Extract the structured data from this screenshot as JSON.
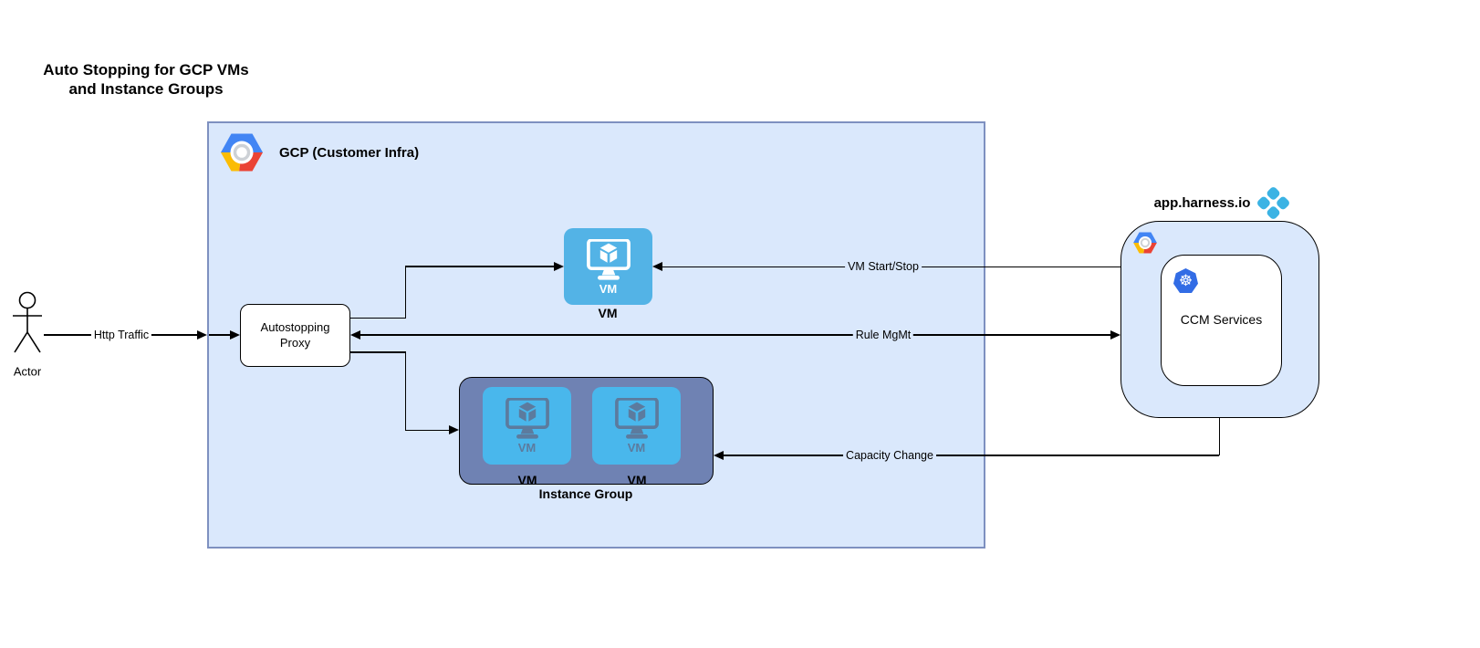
{
  "title": {
    "line1": "Auto Stopping for GCP VMs",
    "line2": "and Instance Groups"
  },
  "actor": {
    "label": "Actor"
  },
  "gcp_box": {
    "label": "GCP (Customer Infra)"
  },
  "proxy": {
    "line1": "Autostopping",
    "line2": "Proxy"
  },
  "vm": {
    "tile_text": "VM",
    "label": "VM"
  },
  "instance_group": {
    "label": "Instance Group",
    "vms": [
      {
        "tile_text": "VM",
        "label": "VM"
      },
      {
        "tile_text": "VM",
        "label": "VM"
      }
    ]
  },
  "harness": {
    "domain": "app.harness.io",
    "ccm_label": "CCM Services"
  },
  "edges": {
    "http_traffic": "Http Traffic",
    "vm_start_stop": "VM Start/Stop",
    "rule_mgmt": "Rule MgMt",
    "capacity_change": "Capacity Change"
  },
  "icons": {
    "actor": "actor-stick-figure-icon",
    "gcp": "gcp-hexagon-logo",
    "harness": "harness-logo",
    "kubernetes": "kubernetes-helm-icon",
    "vm": "vm-monitor-cube-icon"
  },
  "colors": {
    "gcp_box_fill": "#dae8fc",
    "gcp_box_border": "#7e90c0",
    "instance_group_fill": "#6f82b3",
    "vm_tile_fill": "#53b3e6",
    "group_vm_tile_fill": "#49b7ec",
    "group_vm_glyph": "#5c7b9e",
    "harness_fill": "#dae8fc",
    "harness_logo_blue": "#3bb3e4",
    "k8s_blue": "#326ce5",
    "gcp_logo_blue": "#4285f4",
    "gcp_logo_red": "#ea4335",
    "gcp_logo_yellow": "#fbbc04",
    "line_color": "#000000"
  }
}
